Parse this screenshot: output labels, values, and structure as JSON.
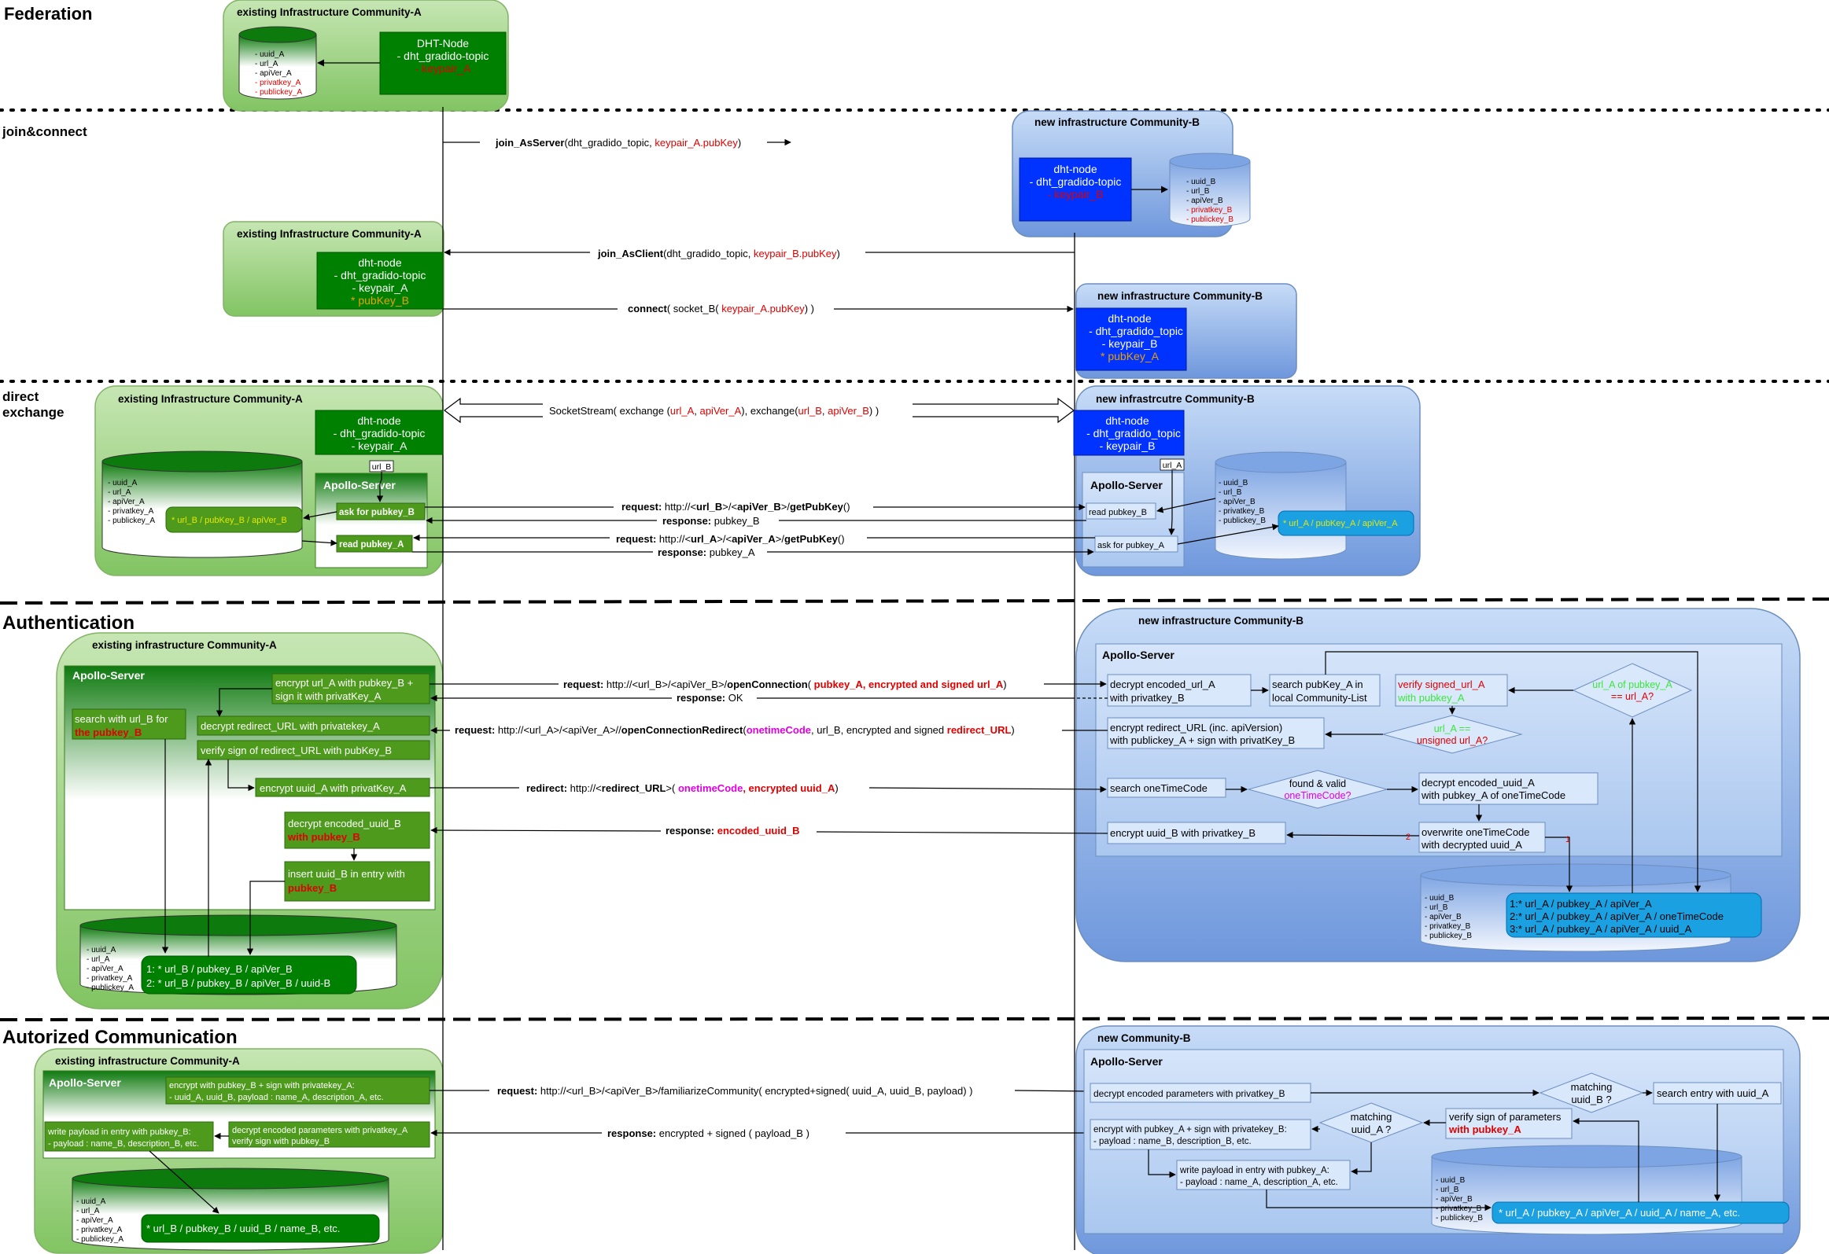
{
  "sections": {
    "federation": "Federation",
    "join_connect": "join&connect",
    "direct_exchange_1": "direct",
    "direct_exchange_2": "exchange",
    "authentication": "Authentication",
    "authorized": "Autorized Communication"
  },
  "titles": {
    "existing_A_cap": "existing Infrastructure Community-A",
    "existing_A_low": "existing infrastructure Community-A",
    "new_B": "new infrastructure Community-B",
    "new_B_typo": "new infrastrcutre Community-B",
    "new_community_B": "new Community-B",
    "apollo": "Apollo-Server"
  },
  "fed": {
    "dht_node": "DHT-Node",
    "topic": "- dht_gradido-topic",
    "keypair": "- keypair_A"
  },
  "db_A": {
    "uuid": "- uuid_A",
    "url": "- url_A",
    "api": "- apiVer_A",
    "priv": "- privatkey_A",
    "pub": "- publickey_A"
  },
  "db_B": {
    "uuid": "- uuid_B",
    "url": "- url_B",
    "api": "- apiVer_B",
    "priv": "- privatkey_B",
    "pub": "- publickey_B"
  },
  "jc": {
    "as_server_fn": "join_AsServer",
    "as_server_args": "(dht_gradido_topic, ",
    "keypair_A_pub": "keypair_A.pubKey",
    "close": ")",
    "as_client_fn": "join_AsClient",
    "as_client_args": "(dht_gradido_topic, ",
    "keypair_B_pub": "keypair_B.pubKey",
    "connect_fn": "connect",
    "connect_args": "( socket_B( ",
    "connect_close": ") )",
    "dht_node": "dht-node",
    "topic_dash": "- dht_gradido-topic",
    "topic_under": "- dht_gradido_topic",
    "keypair_A": "- keypair_A",
    "keypair_B": "- keypair_B",
    "pubkey_B": "* pubKey_B",
    "pubkey_A": "* pubKey_A",
    "keypair_B_red": "- keypair_B"
  },
  "dx": {
    "socket_pre": "SocketStream( exchange (",
    "url_A": "url_A",
    "comma": ", ",
    "apiVer_A": "apiVer_A",
    "mid": "), exchange(",
    "url_B": "url_B",
    "apiVer_B": "apiVer_B",
    "socket_post": ") )",
    "url_B_tag": "url_B",
    "url_A_tag": "url_A",
    "ask_pubkey_B": "ask for pubkey_B",
    "read_pubkey_A": "read pubkey_A",
    "read_pubkey_B": "read pubkey_B",
    "ask_pubkey_A": "ask for pubkey_A",
    "entry_A": "* url_B / pubKey_B / apiVer_B",
    "entry_B": "* url_A / pubKey_A / apiVer_A",
    "req1_label": "request:",
    "req1_pre": "http://<",
    "req1_urlB": "url_B",
    "req1_mid": ">/<",
    "req1_apiB": "apiVer_B",
    "req1_end": ">/",
    "getpubkey": "getPubKey",
    "call_close": "()",
    "resp_label": "response:",
    "resp1_val": "pubkey_B",
    "req2_urlA": "url_A",
    "req2_apiA": "apiVer_A",
    "resp2_val": "pubkey_A"
  },
  "auth": {
    "A_encrypt_1": "encrypt url_A with pubkey_B +",
    "A_encrypt_2": "sign it with privatKey_A",
    "A_search_1": "search with url_B for",
    "A_search_2": "the pubkey_B",
    "A_decrypt_redirect": "decrypt redirect_URL with privatekey_A",
    "A_verify_redirect": "verify sign of redirect_URL with pubKey_B",
    "A_encrypt_uuid": "encrypt uuid_A with privatKey_A",
    "A_decrypt_uuid_1": "decrypt encoded_uuid_B",
    "A_decrypt_uuid_2": "with pubkey_B",
    "A_insert_1": "insert uuid_B in entry with",
    "A_insert_2": "pubkey_B",
    "A_entry1": "1: * url_B / pubkey_B / apiVer_B",
    "A_entry2": "2: * url_B / pubkey_B / apiVer_B / uuid-B",
    "req_open_label": "request:",
    "req_open_pre": "http://<url_B>/<apiVer_B>/",
    "open_fn": "openConnection",
    "open_args_1": "( ",
    "open_args_red": "pubkey_A, encrypted and signed url_A",
    "open_args_2": ")",
    "resp_ok_label": "response:",
    "resp_ok_val": "OK",
    "req_redir_label": "request:",
    "req_redir_pre": "http://<url_A>/<apiVer_A>//",
    "redir_fn": "openConnectionRedirect",
    "redir_open": "(",
    "onetime": "onetimeCode",
    "redir_mid": ", url_B, encrypted and signed ",
    "redirect_url": "redirect_URL",
    "redir_close": ")",
    "redirect_label": "redirect:",
    "redirect_pre": "http://<",
    "redirect_var": "redirect_URL",
    "redirect_open": ">( ",
    "enc_uuid_A": ", encrypted uuid_A",
    "redirect_close": ")",
    "resp_uuid_label": "response:",
    "resp_uuid_val": "encoded_uuid_B",
    "B_decrypt_1": "decrypt encoded_url_A",
    "B_decrypt_2": "with privatkey_B",
    "B_search_1": "search pubKey_A in",
    "B_search_2": "local Community-List",
    "B_verify_1": "verify signed_url_A",
    "B_verify_2": "with pubkey_A",
    "B_dia1_1": "url_A of pubkey_A",
    "B_dia1_2": "== url_A?",
    "B_dia2_1": "url_A ==",
    "B_dia2_2": "unsigned url_A?",
    "B_encrypt_redirect_1": "encrypt redirect_URL (inc. apiVersion)",
    "B_encrypt_redirect_2": "with publickey_A + sign with privatKey_B",
    "B_search_otc": "search oneTimeCode",
    "B_dia3_1": "found & valid",
    "B_dia3_2": "oneTimeCode?",
    "B_decrypt_uuid_1": "decrypt encoded_uuid_A",
    "B_decrypt_uuid_2": "with pubkey_A of oneTimeCode",
    "B_encrypt_uuid": "encrypt uuid_B with privatkey_B",
    "B_overwrite_1": "overwrite oneTimeCode",
    "B_overwrite_2": "with decrypted uuid_A",
    "B_entry1": "1:* url_A / pubkey_A / apiVer_A",
    "B_entry2": "2:* url_A / pubkey_A / apiVer_A / oneTimeCode",
    "B_entry3": "3:* url_A / pubkey_A / apiVer_A / uuid_A",
    "num1": "1",
    "num2": "2"
  },
  "ac": {
    "A_encrypt_1": "encrypt with pubkey_B + sign with privatekey_A:",
    "A_encrypt_2": "- uuid_A, uuid_B, payload : name_A, description_A, etc.",
    "A_write_1": "write payload in entry with pubkey_B:",
    "A_write_2": "- payload : name_B, description_B, etc.",
    "A_decrypt_1": "decrypt encoded parameters with privatkey_A",
    "A_decrypt_2": "verify sign with pubkey_B",
    "A_entry": "* url_B / pubkey_B / uuid_B / name_B, etc.",
    "req_label": "request:",
    "req_val": "http://<url_B>/<apiVer_B>/familiarizeCommunity( encrypted+signed( uuid_A, uuid_B, payload) )",
    "resp_label": "response:",
    "resp_val": "encrypted + signed ( payload_B )",
    "B_decrypt": "decrypt encoded parameters with privatkey_B",
    "B_dia1_1": "matching",
    "B_dia1_2": "uuid_B ?",
    "B_search": "search entry with uuid_A",
    "B_dia2_1": "matching",
    "B_dia2_2": "uuid_A ?",
    "B_verify_1": "verify sign of parameters",
    "B_verify_2": "with pubkey_A",
    "B_encrypt_1": "encrypt with pubkey_A + sign with privatekey_B:",
    "B_encrypt_2": "- payload : name_B, description_B, etc.",
    "B_write_1": "write payload in entry with pubkey_A:",
    "B_write_2": "- payload : name_A, description_A, etc.",
    "B_entry": "* url_A / pubkey_A / apiVer_A / uuid_A / name_A, etc."
  },
  "colors": {
    "green_dark": "#008000",
    "green_mid": "#4d9a1c",
    "green_bg": "#a8d88c",
    "blue_dark": "#0033ff",
    "blue_bg": "#9bbde9",
    "cyan": "#1ba1e2",
    "red": "#e00000",
    "magenta": "#e000e0",
    "orange": "#e8a000",
    "lime": "#38e838"
  }
}
